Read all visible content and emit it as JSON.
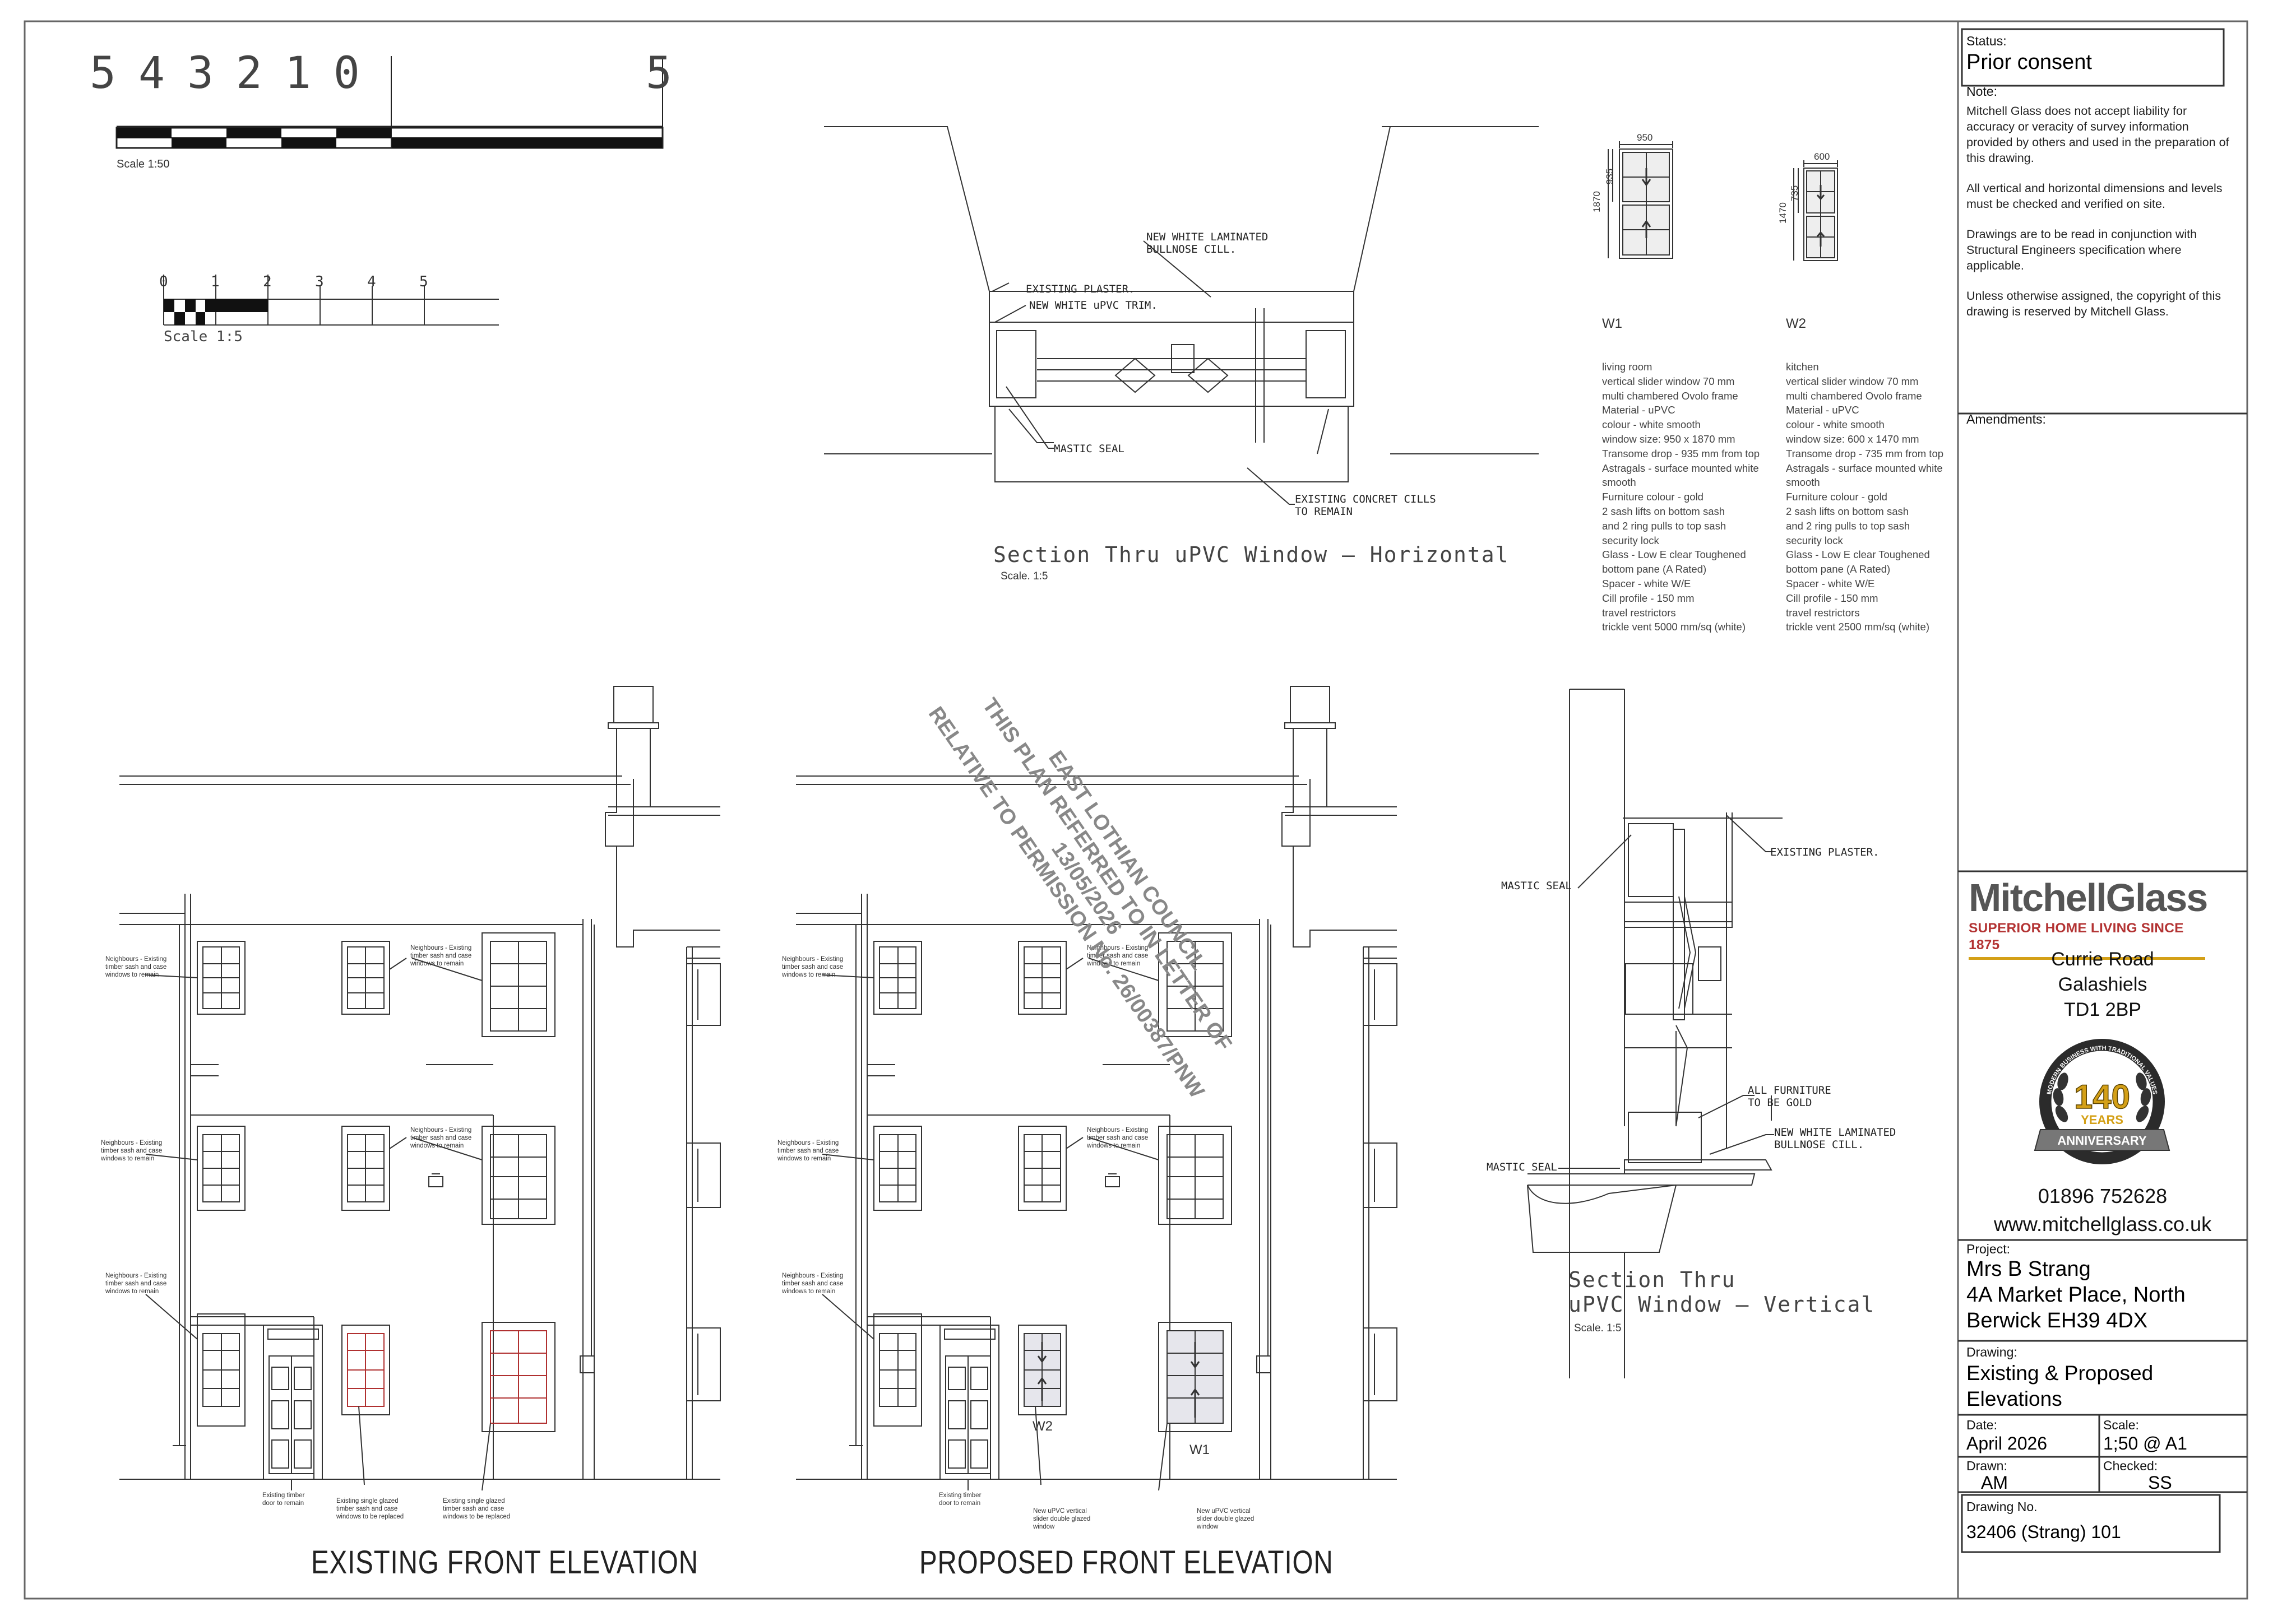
{
  "scales": {
    "top_numbers": [
      "5",
      "4",
      "3",
      "2",
      "1",
      "0",
      "5"
    ],
    "top_label": "Scale 1:50",
    "mid_numbers": [
      "0",
      "1",
      "2",
      "3",
      "4",
      "5"
    ],
    "mid_label": "Scale 1:5"
  },
  "horizontal_section": {
    "title": "Section Thru uPVC Window — Horizontal",
    "scale": "Scale.  1:5",
    "labels": {
      "cill": "NEW WHITE LAMINATED",
      "cill2": "BULLNOSE CILL.",
      "plaster": "EXISTING PLASTER.",
      "trim": "NEW WHITE uPVC TRIM.",
      "mastic": "MASTIC SEAL",
      "concrete": "EXISTING CONCRET CILLS",
      "concrete2": "TO REMAIN"
    }
  },
  "windows": [
    {
      "code": "W1",
      "width_dim": "950",
      "height_dim": "1870",
      "transom_dim": "935",
      "spec": "living room\nvertical slider window 70 mm\nmulti chambered Ovolo frame\nMaterial - uPVC\ncolour - white smooth\nwindow size: 950 x 1870 mm\nTransome drop - 935 mm from top\nAstragals - surface mounted white\nsmooth\nFurniture colour - gold\n2 sash lifts on bottom sash\nand 2 ring pulls to top sash\nsecurity lock\nGlass - Low E clear Toughened\nbottom pane (A Rated)\nSpacer - white W/E\nCill profile - 150 mm\ntravel restrictors\ntrickle vent 5000 mm/sq (white)"
    },
    {
      "code": "W2",
      "width_dim": "600",
      "height_dim": "1470",
      "transom_dim": "735",
      "spec": "kitchen\nvertical slider window 70 mm\nmulti chambered Ovolo frame\nMaterial - uPVC\ncolour - white smooth\nwindow size: 600 x 1470 mm\nTransome drop - 735 mm from top\nAstragals - surface mounted white\nsmooth\nFurniture colour - gold\n2 sash lifts on bottom sash\nand 2 ring pulls to top sash\nsecurity lock\nGlass - Low E clear Toughened\nbottom pane (A Rated)\nSpacer - white W/E\nCill profile - 150 mm\ntravel restrictors\ntrickle vent 2500 mm/sq (white)"
    }
  ],
  "stamp": {
    "line1": "EAST LOTHIAN COUNCIL",
    "line2": "THIS PLAN REFERRED TO IN LETTER OF",
    "line3": "13/05/2026",
    "line4": "RELATIVE TO PERMISSION No. 26/00387/PNW"
  },
  "vertical_section": {
    "title1": "Section Thru",
    "title2": "uPVC Window  —  Vertical",
    "scale": "Scale.  1:5",
    "labels": {
      "plaster": "EXISTING PLASTER.",
      "mastic_top": "MASTIC SEAL",
      "furniture": "ALL FURNITURE",
      "furniture2": "TO BE GOLD",
      "cill": "NEW WHITE LAMINATED",
      "cill2": "BULLNOSE CILL.",
      "mastic_bottom": "MASTIC SEAL"
    }
  },
  "existing_elevation": {
    "title": "EXISTING FRONT ELEVATION",
    "notes": {
      "n1": "Neighbours - Existing\ntimber sash and case\nwindows to remain",
      "n2": "Neighbours - Existing\ntimber sash and case\nwindows to remain",
      "n3": "Neighbours - Existing\ntimber sash and case\nwindows to remain",
      "n4": "Neighbours - Existing\ntimber sash and case\nwindows to remain",
      "n5": "Neighbours - Existing\ntimber sash and case\nwindows to remain",
      "door": "Existing timber\ndoor to remain",
      "single1": "Existing single glazed\ntimber sash and case\nwindows to be replaced",
      "single2": "Existing single glazed\ntimber sash and case\nwindows to be replaced"
    }
  },
  "proposed_elevation": {
    "title": "PROPOSED FRONT ELEVATION",
    "w2": "W2",
    "w1": "W1",
    "notes": {
      "n1": "Neighbours - Existing\ntimber sash and case\nwindows to remain",
      "n2": "Neighbours - Existing\ntimber sash and case\nwindows to remain",
      "n3": "Neighbours - Existing\ntimber sash and case\nwindows to remain",
      "n4": "Neighbours - Existing\ntimber sash and case\nwindows to remain",
      "n5": "Neighbours - Existing\ntimber sash and case\nwindows to remain",
      "door": "Existing timber\ndoor to remain",
      "new1": "New uPVC vertical\nslider double glazed\nwindow",
      "new2": "New uPVC vertical\nslider double glazed\nwindow"
    }
  },
  "title_block": {
    "status_label": "Status:",
    "status_value": "Prior consent",
    "note_label": "Note:",
    "notes": [
      "Mitchell Glass does not accept liability for accuracy or veracity of survey information provided by others and used in the preparation of this drawing.",
      "All vertical and horizontal dimensions and levels must be checked and verified on site.",
      "Drawings are to be read in conjunction with Structural Engineers specification where applicable.",
      "Unless otherwise assigned, the copyright of this drawing is reserved by Mitchell Glass."
    ],
    "amendments_label": "Amendments:",
    "logo_name": "MitchellGlass",
    "logo_tagline": "SUPERIOR HOME LIVING SINCE 1875",
    "address1": "Currie Road",
    "address2": "Galashiels",
    "address3": "TD1 2BP",
    "badge_years": "140",
    "badge_years_label": "YEARS",
    "badge_ribbon": "ANNIVERSARY",
    "badge_ring": "MODERN BUSINESS WITH TRADITIONAL VALUES",
    "phone": "01896 752628",
    "website": "www.mitchellglass.co.uk",
    "project_label": "Project:",
    "project_lines": [
      "Mrs B Strang",
      "4A Market Place, North",
      "Berwick EH39 4DX"
    ],
    "drawing_label": "Drawing:",
    "drawing_lines": [
      "Existing & Proposed",
      "Elevations"
    ],
    "date_label": "Date:",
    "date_value": "April 2026",
    "scale_label": "Scale:",
    "scale_value": "1;50 @ A1",
    "drawn_label": "Drawn:",
    "drawn_value": "AM",
    "checked_label": "Checked:",
    "checked_value": "SS",
    "drawing_no_label": "Drawing No.",
    "drawing_no_value": "32406 (Strang) 101"
  },
  "colors": {
    "line": "#333333",
    "gold": "#d4a017",
    "brand_grey": "#555555",
    "brand_red": "#b33333",
    "stamp": "#8a8a8a"
  }
}
